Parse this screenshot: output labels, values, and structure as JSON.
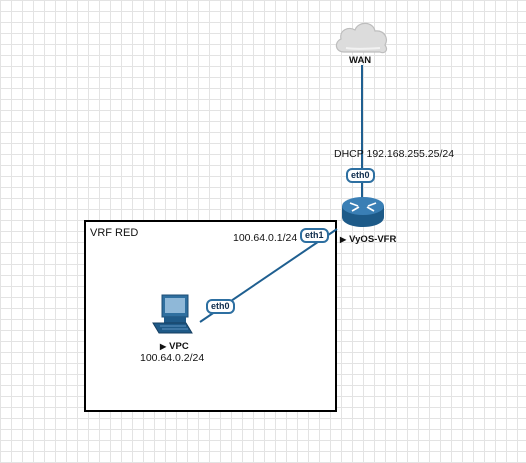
{
  "colors": {
    "link": "#1f5f90",
    "router": "#2d6fa1",
    "cloud": "#d8d8d8",
    "grid": "#e3e3e3",
    "vrf_border": "#000000"
  },
  "nodes": {
    "wan": {
      "label": "WAN",
      "icon": "cloud-icon"
    },
    "router": {
      "label": "VyOS-VFR",
      "icon": "router-icon"
    },
    "vpc": {
      "label": "VPC",
      "icon": "desktop-pc-icon",
      "address": "100.64.0.2/24"
    }
  },
  "vrf": {
    "label": "VRF RED"
  },
  "links": {
    "wan_router": {
      "router_port": "eth0",
      "router_address": "DHCP 192.168.255.25/24"
    },
    "router_vpc": {
      "router_port": "eth1",
      "router_address": "100.64.0.1/24",
      "vpc_port": "eth0"
    }
  }
}
